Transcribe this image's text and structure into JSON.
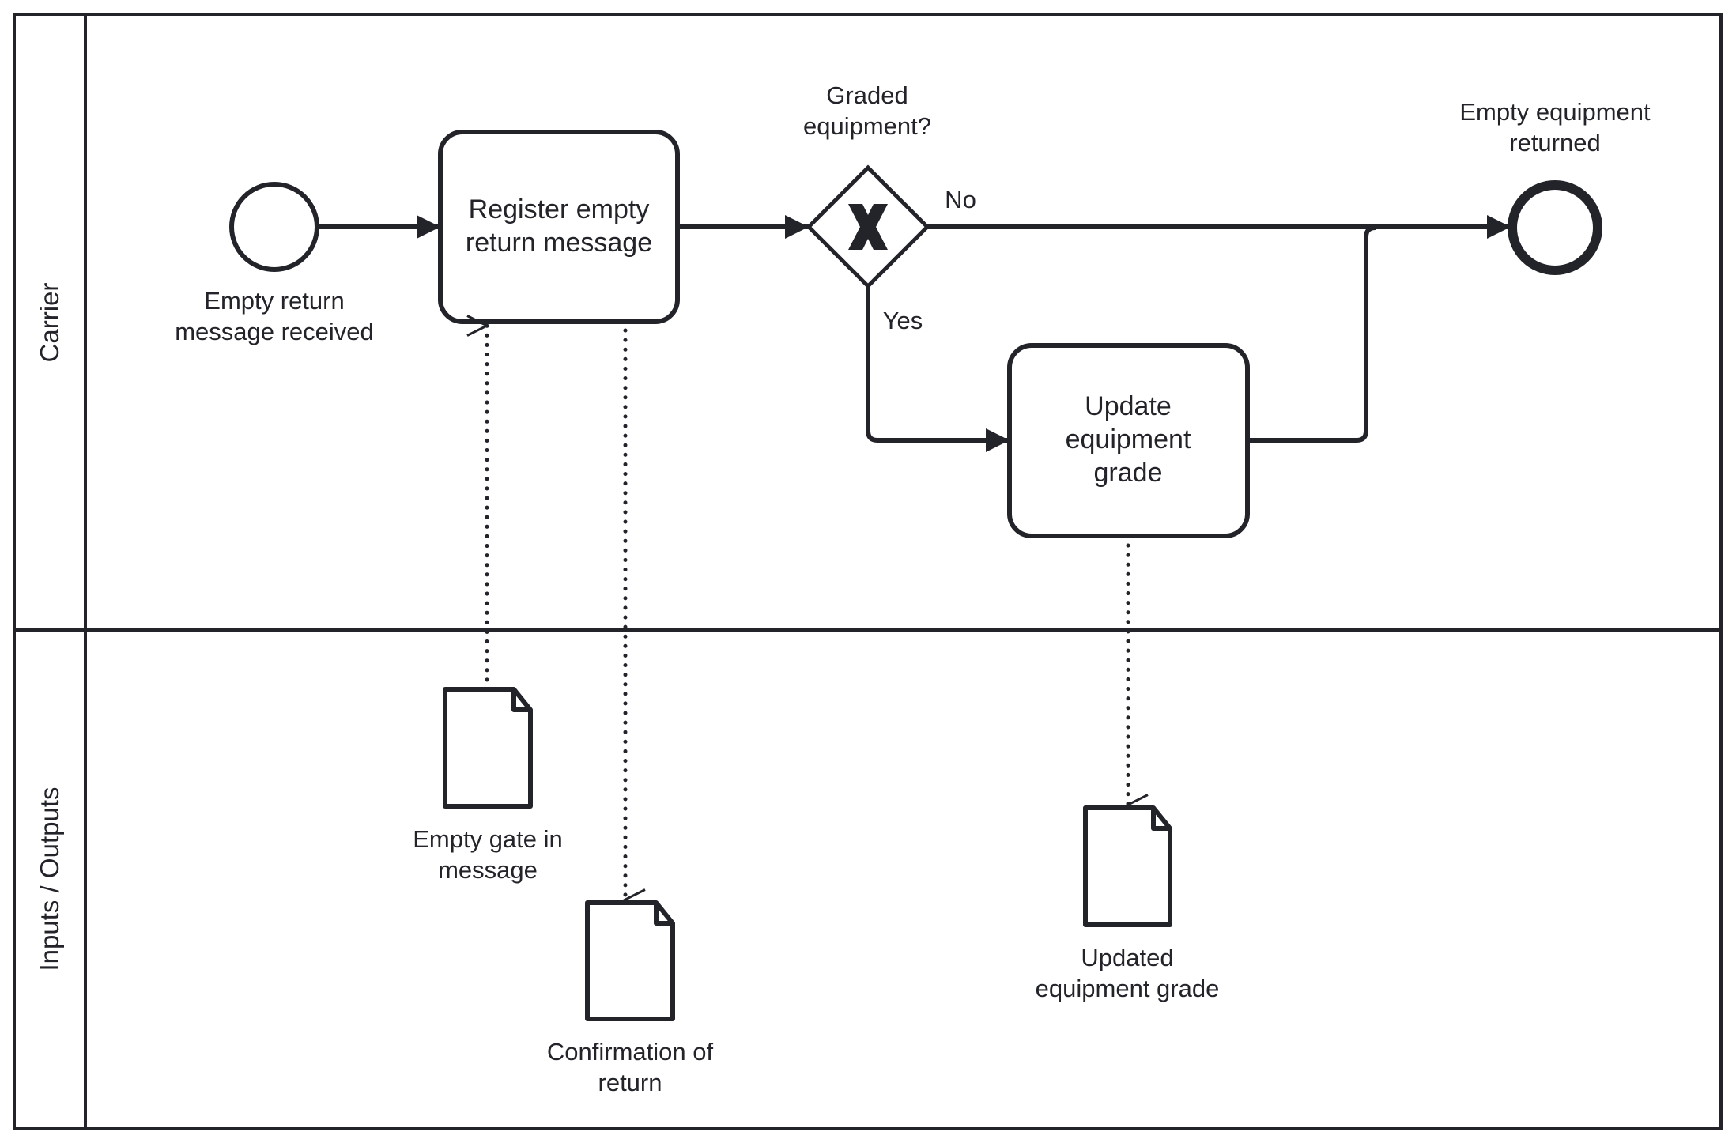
{
  "diagram": {
    "type": "BPMN process",
    "stroke_color": "#22242a",
    "lanes": [
      {
        "id": "carrier",
        "label": "Carrier"
      },
      {
        "id": "io",
        "label": "Inputs / Outputs"
      }
    ],
    "events": {
      "start": {
        "label_line1": "Empty return",
        "label_line2": "message received"
      },
      "end": {
        "label_line1": "Empty equipment",
        "label_line2": "returned"
      }
    },
    "tasks": {
      "register": {
        "line1": "Register empty",
        "line2": "return message"
      },
      "update": {
        "line1": "Update",
        "line2": "equipment",
        "line3": "grade"
      }
    },
    "gateway": {
      "label_line1": "Graded",
      "label_line2": "equipment?",
      "marker": "X",
      "no_label": "No",
      "yes_label": "Yes"
    },
    "data_objects": {
      "empty_gate_in": {
        "line1": "Empty gate in",
        "line2": "message"
      },
      "confirmation": {
        "line1": "Confirmation of",
        "line2": "return"
      },
      "updated_grade": {
        "line1": "Updated",
        "line2": "equipment grade"
      }
    }
  }
}
